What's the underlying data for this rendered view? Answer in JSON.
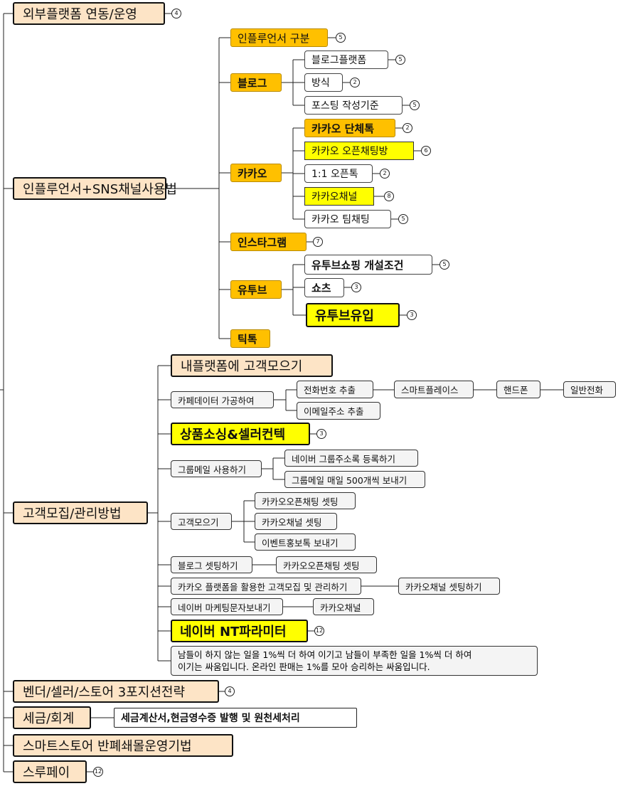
{
  "root_items": [
    {
      "label": "외부플랫폼 연동/운영",
      "badge": "4"
    },
    {
      "label": "인플루언서+SNS채널사용법"
    },
    {
      "label": "고객모집/관리방법"
    },
    {
      "label": "벤더/셀러/스토어 3포지션전략",
      "badge": "4"
    },
    {
      "label": "세금/회계"
    },
    {
      "label": "스마트스토어 반폐쇄몰운영기법"
    },
    {
      "label": "스루페이",
      "badge": "12"
    }
  ],
  "tax_child": "세금계산서,현금영수증 발행 및 원천세처리",
  "sns": {
    "influencer": {
      "label": "인플루언서 구분",
      "badge": "5"
    },
    "blog": {
      "label": "블로그",
      "children": [
        {
          "label": "블로그플랫폼",
          "badge": "5"
        },
        {
          "label": "방식",
          "badge": "2"
        },
        {
          "label": "포스팅 작성기준",
          "badge": "5"
        }
      ]
    },
    "kakao": {
      "label": "카카오",
      "children": [
        {
          "label": "카카오 단체톡",
          "badge": "2"
        },
        {
          "label": "카카오 오픈채팅방",
          "badge": "6"
        },
        {
          "label": "1:1 오픈톡",
          "badge": "2"
        },
        {
          "label": "카카오채널",
          "badge": "8"
        },
        {
          "label": "카카오 팀채팅",
          "badge": "5"
        }
      ]
    },
    "instagram": {
      "label": "인스타그램",
      "badge": "7"
    },
    "youtube": {
      "label": "유투브",
      "children": [
        {
          "label": "유투브쇼핑 개설조건",
          "badge": "5"
        },
        {
          "label": "쇼츠",
          "badge": "3"
        },
        {
          "label": "유투브유입",
          "badge": "3"
        }
      ]
    },
    "tiktok": {
      "label": "틱톡"
    }
  },
  "customer": {
    "my_platform": "내플랫폼에 고객모으기",
    "cafe": {
      "label": "카페데이터 가공하여",
      "phone": "전화번호 추출",
      "smartplace": "스마트플레이스",
      "mobile": "핸드폰",
      "landline": "일반전화",
      "email": "이메일주소 추출"
    },
    "sourcing": {
      "label": "상품소싱&셀러컨텍",
      "badge": "3"
    },
    "groupmail": {
      "label": "그룹메일 사용하기",
      "children": [
        "네이버 그룹주소록 등록하기",
        "그룹메일 매일 500개씩 보내기"
      ]
    },
    "gather": {
      "label": "고객모으기",
      "children": [
        "카카오오픈채팅 셋팅",
        "카카오채널 셋팅",
        "이벤트홍보톡 보내기"
      ]
    },
    "blogset": {
      "label": "블로그 셋팅하기",
      "child": "카카오오픈채팅 셋팅"
    },
    "kakaoplatform": {
      "label": "카카오 플랫폼을 활용한 고객모집 및 관리하기",
      "child": "카카오채널 셋팅하기"
    },
    "navermsg": {
      "label": "네이버 마케팅문자보내기",
      "child": "카카오채널"
    },
    "nt": {
      "label": "네이버 NT파라미터",
      "badge": "12"
    },
    "note_line1": "남들이 하지 않는 일을 1%씩 더 하여 이기고 남들이 부족한 일을 1%씩 더 하여",
    "note_line2": "이기는  싸움입니다.  온라인 판매는 1%를 모아 승리하는 싸움입니다."
  }
}
